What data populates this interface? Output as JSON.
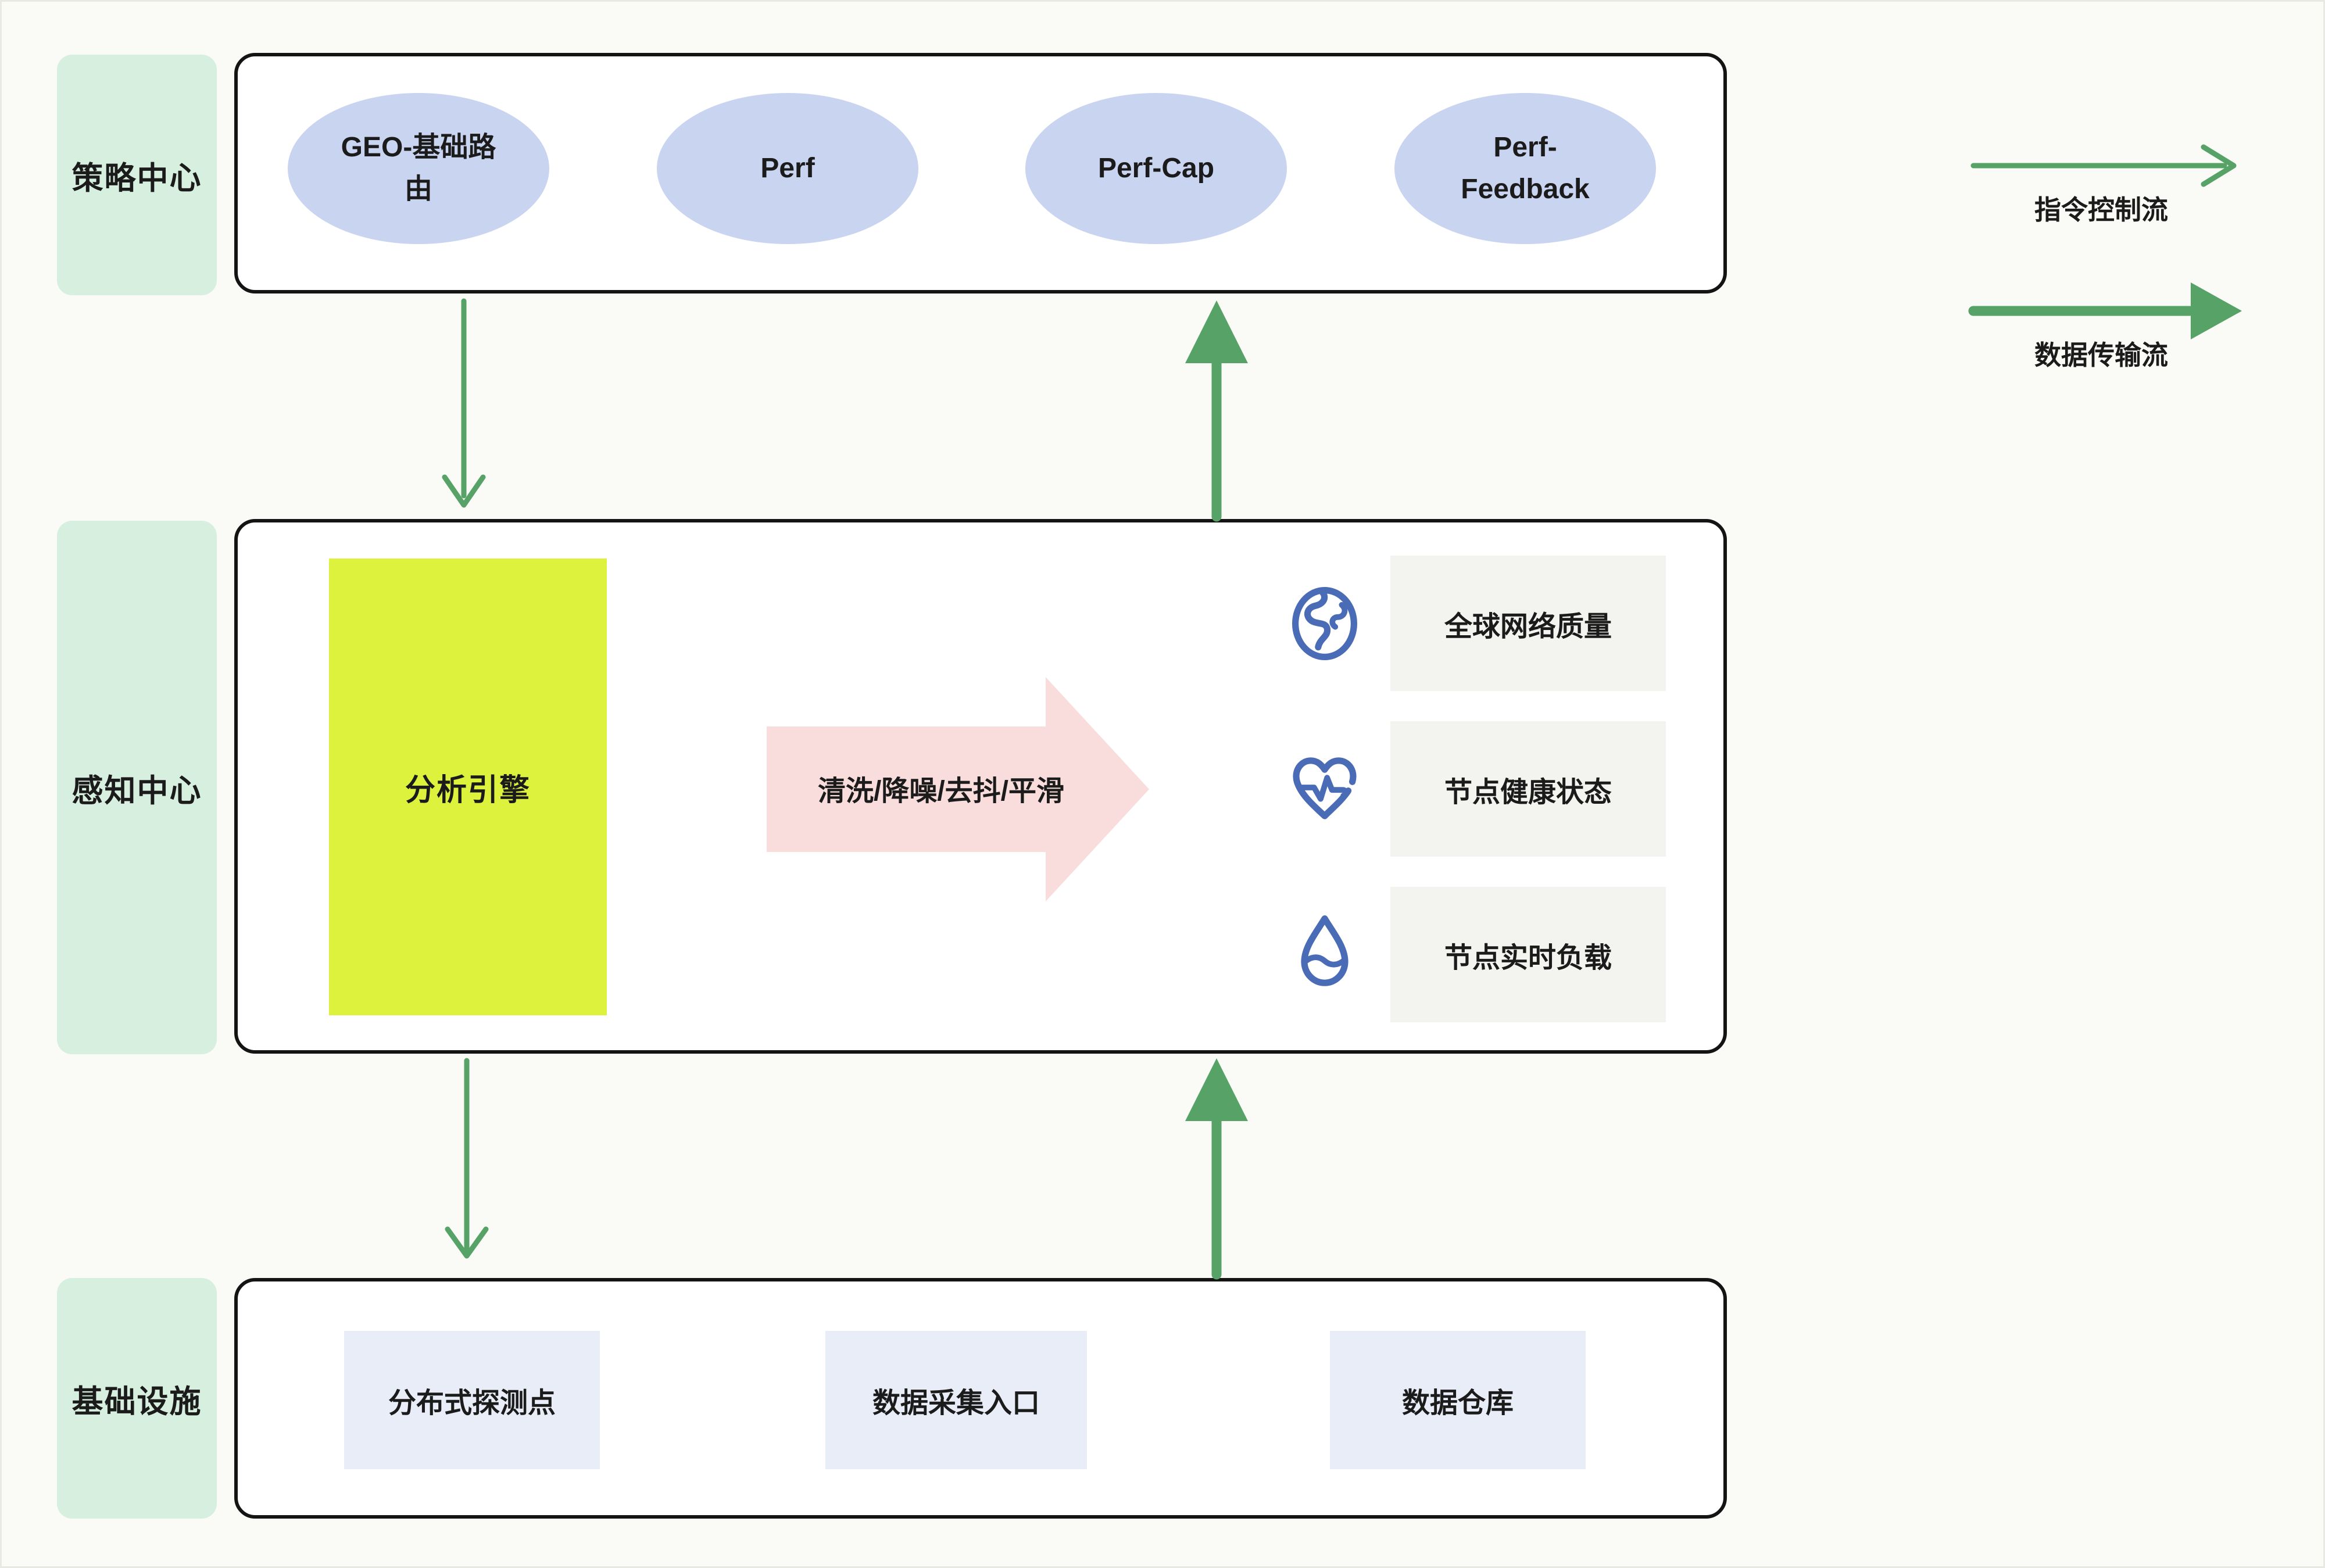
{
  "strategy": {
    "label": "策略中心",
    "nodes": [
      "GEO-基础路由",
      "Perf",
      "Perf-Cap",
      "Perf-Feedback"
    ]
  },
  "perception": {
    "label": "感知中心",
    "engine": "分析引擎",
    "process_arrow": "清洗/降噪/去抖/平滑",
    "metrics": [
      {
        "icon": "globe-icon",
        "label": "全球网络质量"
      },
      {
        "icon": "heart-pulse-icon",
        "label": "节点健康状态"
      },
      {
        "icon": "water-drop-icon",
        "label": "节点实时负载"
      }
    ]
  },
  "infrastructure": {
    "label": "基础设施",
    "nodes": [
      "分布式探测点",
      "数据采集入口",
      "数据仓库"
    ]
  },
  "legend": {
    "control_flow_label": "指令控制流",
    "data_flow_label": "数据传输流"
  },
  "colors": {
    "background": "#FAFAF6",
    "text": "#1B1B1B",
    "box_border": "#141414",
    "layer_label_bg": "#D7EFDF",
    "node_ellipse_bg": "#C9D4F0",
    "engine_bg": "#DCF23C",
    "process_arrow_bg": "#F9DDDC",
    "metric_box_bg": "#F3F3EF",
    "infra_box_bg": "#E9EDF8",
    "flow_arrow_green": "#57A266",
    "icon_blue": "#4A6BB5"
  }
}
